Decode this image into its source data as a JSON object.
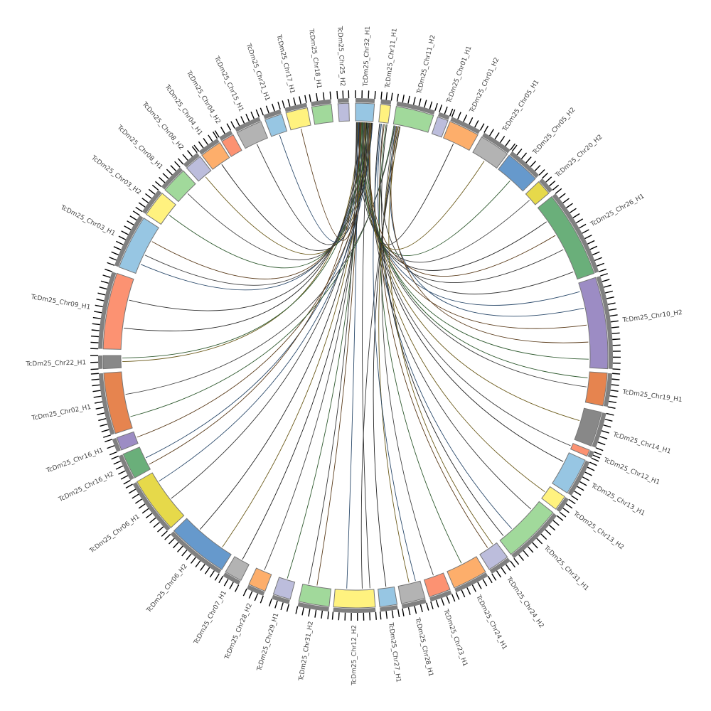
{
  "chart_data": {
    "type": "circos",
    "title": "",
    "segments": [
      {
        "name": "TcDm25_Chr32_H1",
        "start": 0,
        "end": 4.3,
        "color": "#97c6e3"
      },
      {
        "name": "TcDm25_Chr11_H1",
        "start": 5.7,
        "end": 8,
        "color": "#fff27f"
      },
      {
        "name": "TcDm25_Chr11_H2",
        "start": 9.3,
        "end": 18,
        "color": "#a1d99b"
      },
      {
        "name": "TcDm25_Chr01_H1",
        "start": 19,
        "end": 21.5,
        "color": "#bcbddc"
      },
      {
        "name": "TcDm25_Chr01_H2",
        "start": 22,
        "end": 29,
        "color": "#fdae6b"
      },
      {
        "name": "TcDm25_Chr05_H1",
        "start": 30,
        "end": 37,
        "color": "#b3b3b3"
      },
      {
        "name": "TcDm25_Chr05_H2",
        "start": 37.5,
        "end": 45.5,
        "color": "#6699cc"
      },
      {
        "name": "TcDm25_Chr20_H2",
        "start": 46.5,
        "end": 50,
        "color": "#e6d94a"
      },
      {
        "name": "TcDm25_Chr26_H1",
        "start": 51,
        "end": 71,
        "color": "#6aaf7a"
      },
      {
        "name": "TcDm25_Chr10_H2",
        "start": 72,
        "end": 93,
        "color": "#9c8cc4"
      },
      {
        "name": "TcDm25_Chr19_H1",
        "start": 94,
        "end": 101.5,
        "color": "#e6844f"
      },
      {
        "name": "TcDm25_Chr14_H1",
        "start": 103,
        "end": 111,
        "color": "#888888"
      },
      {
        "name": "TcDm25_Chr12_H1",
        "start": 112,
        "end": 113.5,
        "color": "#fc9272"
      },
      {
        "name": "TcDm25_Chr13_H1",
        "start": 114.5,
        "end": 123,
        "color": "#97c6e3"
      },
      {
        "name": "TcDm25_Chr13_H2",
        "start": 124,
        "end": 127.5,
        "color": "#fff27f"
      },
      {
        "name": "TcDm25_Chr31_H1",
        "start": 128.5,
        "end": 142,
        "color": "#a1d99b"
      },
      {
        "name": "TcDm25_Chr24_H2",
        "start": 143,
        "end": 148,
        "color": "#bcbddc"
      },
      {
        "name": "TcDm25_Chr24_H1",
        "start": 149,
        "end": 157,
        "color": "#fdae6b"
      },
      {
        "name": "TcDm25_Chr23_H1",
        "start": 158,
        "end": 163,
        "color": "#fc9272"
      },
      {
        "name": "TcDm25_Chr28_H1",
        "start": 164,
        "end": 169.5,
        "color": "#b3b3b3"
      },
      {
        "name": "TcDm25_Chr27_H1",
        "start": 170.5,
        "end": 174.5,
        "color": "#97c6e3"
      },
      {
        "name": "TcDm25_Chr12_H2",
        "start": 175.5,
        "end": 185,
        "color": "#fff27f"
      },
      {
        "name": "TcDm25_Chr31_H2",
        "start": 186,
        "end": 193,
        "color": "#a1d99b"
      },
      {
        "name": "TcDm25_Chr29_H1",
        "start": 195,
        "end": 199,
        "color": "#bcbddc"
      },
      {
        "name": "TcDm25_Chr28_H2",
        "start": 201,
        "end": 205,
        "color": "#fdae6b"
      },
      {
        "name": "TcDm25_Chr07_H1",
        "start": 207,
        "end": 211,
        "color": "#b3b3b3"
      },
      {
        "name": "TcDm25_Chr06_H2",
        "start": 212,
        "end": 226,
        "color": "#6699cc"
      },
      {
        "name": "TcDm25_Chr06_H1",
        "start": 227,
        "end": 240,
        "color": "#e6d94a"
      },
      {
        "name": "TcDm25_Chr16_H2",
        "start": 241,
        "end": 247,
        "color": "#6aaf7a"
      },
      {
        "name": "TcDm25_Chr16_H1",
        "start": 248,
        "end": 251,
        "color": "#9c8cc4"
      },
      {
        "name": "TcDm25_Chr02_H1",
        "start": 252,
        "end": 266,
        "color": "#e6844f"
      },
      {
        "name": "TcDm25_Chr22_H1",
        "start": 267,
        "end": 270,
        "color": "#888888"
      },
      {
        "name": "TcDm25_Chr09_H1",
        "start": 271.5,
        "end": 289,
        "color": "#fc9272"
      },
      {
        "name": "TcDm25_Chr03_H1",
        "start": 290.5,
        "end": 303,
        "color": "#97c6e3"
      },
      {
        "name": "TcDm25_Chr03_H2",
        "start": 304,
        "end": 310,
        "color": "#fff27f"
      },
      {
        "name": "TcDm25_Chr08_H1",
        "start": 311,
        "end": 317,
        "color": "#a1d99b"
      },
      {
        "name": "TcDm25_Chr08_H2",
        "start": 318,
        "end": 322,
        "color": "#bcbddc"
      },
      {
        "name": "TcDm25_Chr04_H1",
        "start": 322.5,
        "end": 327.5,
        "color": "#fdae6b"
      },
      {
        "name": "TcDm25_Chr04_H2",
        "start": 328,
        "end": 331,
        "color": "#fc9272"
      },
      {
        "name": "TcDm25_Chr15_H1",
        "start": 332,
        "end": 338,
        "color": "#b3b3b3"
      },
      {
        "name": "TcDm25_Chr21_H1",
        "start": 339,
        "end": 343,
        "color": "#97c6e3"
      },
      {
        "name": "TcDm25_Chr17_H1",
        "start": 344,
        "end": 349,
        "color": "#fff27f"
      },
      {
        "name": "TcDm25_Chr18_H1",
        "start": 350,
        "end": 354.5,
        "color": "#a1d99b"
      },
      {
        "name": "TcDm25_Chr25_H2",
        "start": 356,
        "end": 358.5,
        "color": "#bcbddc"
      }
    ],
    "links": [
      [
        0,
        0.1,
        8,
        0.2
      ],
      [
        0,
        0.2,
        8,
        0.6
      ],
      [
        0,
        0.3,
        9,
        0.1
      ],
      [
        0,
        0.4,
        9,
        0.5
      ],
      [
        0,
        0.5,
        9,
        0.9
      ],
      [
        0,
        0.6,
        10,
        0.5
      ],
      [
        0,
        0.7,
        11,
        0.4
      ],
      [
        0,
        0.8,
        13,
        0.3
      ],
      [
        0,
        0.9,
        15,
        0.2
      ],
      [
        1,
        0.3,
        15,
        0.7
      ],
      [
        1,
        0.6,
        16,
        0.5
      ],
      [
        1,
        0.8,
        17,
        0.5
      ],
      [
        2,
        0.05,
        18,
        0.5
      ],
      [
        2,
        0.1,
        19,
        0.5
      ],
      [
        2,
        0.15,
        20,
        0.5
      ],
      [
        2,
        0.2,
        21,
        0.3
      ],
      [
        0,
        0.15,
        21,
        0.7
      ],
      [
        0,
        0.25,
        22,
        0.5
      ],
      [
        0,
        0.35,
        23,
        0.5
      ],
      [
        0,
        0.45,
        24,
        0.5
      ],
      [
        0,
        0.55,
        26,
        0.2
      ],
      [
        0,
        0.65,
        26,
        0.7
      ],
      [
        0,
        0.75,
        27,
        0.4
      ],
      [
        0,
        0.85,
        28,
        0.5
      ],
      [
        0,
        0.95,
        29,
        0.5
      ],
      [
        2,
        0.02,
        30,
        0.2
      ],
      [
        2,
        0.04,
        30,
        0.6
      ],
      [
        0,
        0.12,
        31,
        0.5
      ],
      [
        0,
        0.22,
        32,
        0.3
      ],
      [
        0,
        0.32,
        32,
        0.7
      ],
      [
        0,
        0.42,
        33,
        0.2
      ],
      [
        0,
        0.52,
        33,
        0.7
      ],
      [
        0,
        0.62,
        34,
        0.5
      ],
      [
        0,
        0.72,
        35,
        0.5
      ],
      [
        0,
        0.82,
        36,
        0.5
      ],
      [
        0,
        0.92,
        37,
        0.5
      ],
      [
        0,
        0.05,
        39,
        0.5
      ],
      [
        0,
        0.18,
        40,
        0.5
      ],
      [
        0,
        0.28,
        41,
        0.5
      ],
      [
        0,
        0.38,
        6,
        0.5
      ],
      [
        0,
        0.48,
        7,
        0.5
      ],
      [
        0,
        0.58,
        5,
        0.5
      ],
      [
        1,
        0.1,
        4,
        0.4
      ],
      [
        1,
        0.5,
        8,
        0.9
      ],
      [
        2,
        0.08,
        9,
        0.3
      ],
      [
        2,
        0.12,
        9,
        0.7
      ],
      [
        0,
        0.68,
        10,
        0.2
      ],
      [
        0,
        0.78,
        12,
        0.5
      ],
      [
        0,
        0.88,
        14,
        0.5
      ],
      [
        1,
        0.9,
        15,
        0.9
      ],
      [
        0,
        0.08,
        22,
        0.8
      ],
      [
        0,
        0.98,
        27,
        0.8
      ],
      [
        0,
        0.33,
        28,
        0.2
      ],
      [
        0,
        0.43,
        31,
        0.8
      ],
      [
        0,
        0.53,
        33,
        0.4
      ],
      [
        2,
        0.18,
        16,
        0.2
      ],
      [
        0,
        0.63,
        25,
        0.5
      ],
      [
        0,
        0.73,
        21,
        0.1
      ],
      [
        1,
        0.2,
        19,
        0.2
      ],
      [
        0,
        0.83,
        8,
        0.4
      ]
    ]
  }
}
